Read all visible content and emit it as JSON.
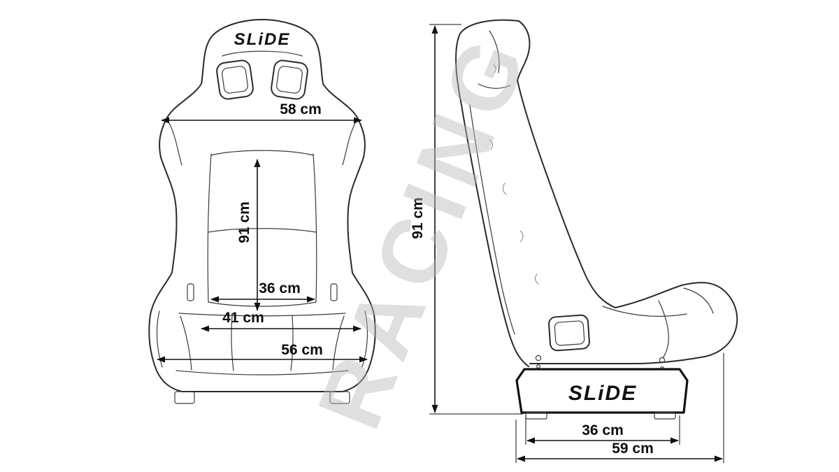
{
  "page": {
    "background": "#ffffff",
    "line_color": "#2a2a2a",
    "dimension_color": "#0d0d0d"
  },
  "watermark": {
    "text": "RACING"
  },
  "front_view": {
    "name": "bucket-seat-front-view",
    "logo": "SLiDE",
    "dimensions": {
      "shoulder_width": "58 cm",
      "backrest_height": "91 cm",
      "seat_inner_width": "36 cm",
      "seat_mid_width": "41 cm",
      "base_width": "56 cm"
    }
  },
  "side_view": {
    "name": "bucket-seat-side-view",
    "logo": "SLiDE",
    "dimensions": {
      "total_height": "91 cm",
      "mount_width": "36 cm",
      "total_depth": "59 cm"
    }
  }
}
